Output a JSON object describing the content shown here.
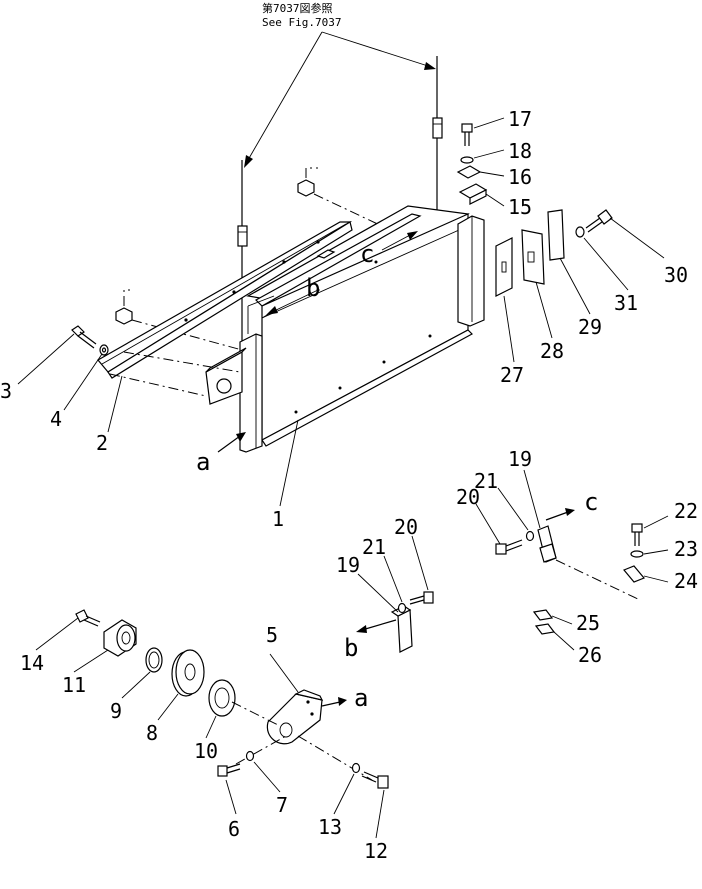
{
  "note": {
    "line1": "第7037図参照",
    "line2": "See Fig.7037"
  },
  "callouts": [
    "1",
    "2",
    "3",
    "4",
    "5",
    "6",
    "7",
    "8",
    "9",
    "10",
    "11",
    "12",
    "13",
    "14",
    "15",
    "16",
    "17",
    "18",
    "19",
    "19",
    "20",
    "20",
    "21",
    "21",
    "22",
    "23",
    "24",
    "25",
    "26",
    "27",
    "28",
    "29",
    "30",
    "31"
  ],
  "view_letters": {
    "a": "a",
    "b": "b",
    "c": "c"
  }
}
